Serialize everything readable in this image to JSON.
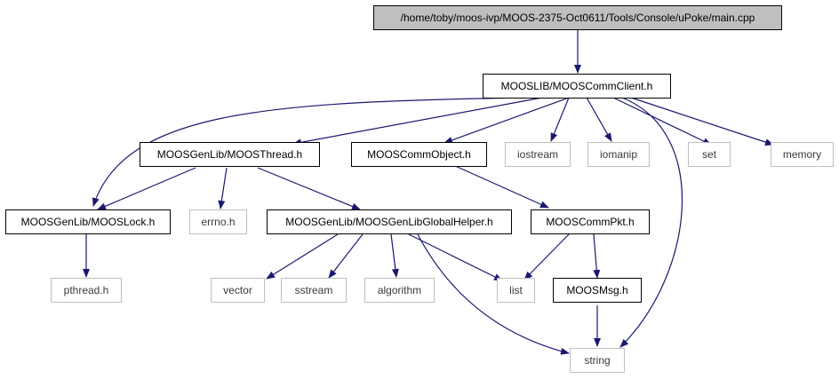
{
  "colors": {
    "edge": "#191970",
    "root_fill": "#bfbfbf",
    "grey_border": "#bfbfbf",
    "border": "#000000"
  },
  "nodes": {
    "main_cpp": "/home/toby/moos-ivp/MOOS-2375-Oct0611/Tools/Console/uPoke/main.cpp",
    "moos_comm_client": "MOOSLIB/MOOSCommClient.h",
    "moos_thread": "MOOSGenLib/MOOSThread.h",
    "moos_comm_object": "MOOSCommObject.h",
    "iostream": "iostream",
    "iomanip": "iomanip",
    "set": "set",
    "memory": "memory",
    "moos_lock": "MOOSGenLib/MOOSLock.h",
    "errno": "errno.h",
    "global_helper": "MOOSGenLib/MOOSGenLibGlobalHelper.h",
    "moos_comm_pkt": "MOOSCommPkt.h",
    "pthread": "pthread.h",
    "vector": "vector",
    "sstream": "sstream",
    "algorithm": "algorithm",
    "list": "list",
    "moos_msg": "MOOSMsg.h",
    "string": "string"
  }
}
